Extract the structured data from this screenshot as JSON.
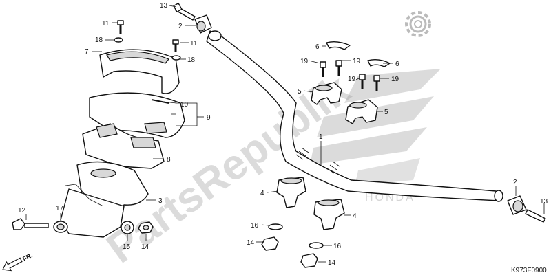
{
  "watermark": {
    "text": "PartsRepublik"
  },
  "diagram_code": "K973F0900",
  "direction_marker": {
    "text": "FR.",
    "icon": "arrow-front-icon"
  },
  "settings_icon": "gear-icon",
  "honda_mark": {
    "text": "HONDA"
  },
  "callouts": [
    {
      "id": "c13a",
      "text": "13"
    },
    {
      "id": "c2a",
      "text": "2"
    },
    {
      "id": "c11a",
      "text": "11"
    },
    {
      "id": "c18a",
      "text": "18"
    },
    {
      "id": "c7",
      "text": "7"
    },
    {
      "id": "c11b",
      "text": "11"
    },
    {
      "id": "c18b",
      "text": "18"
    },
    {
      "id": "c10",
      "text": "10"
    },
    {
      "id": "c9",
      "text": "9"
    },
    {
      "id": "c8",
      "text": "8"
    },
    {
      "id": "c3",
      "text": "3"
    },
    {
      "id": "c12",
      "text": "12"
    },
    {
      "id": "c17",
      "text": "17"
    },
    {
      "id": "c15",
      "text": "15"
    },
    {
      "id": "c14a",
      "text": "14"
    },
    {
      "id": "c6a",
      "text": "6"
    },
    {
      "id": "c19a",
      "text": "19"
    },
    {
      "id": "c19b",
      "text": "19"
    },
    {
      "id": "c6b",
      "text": "6"
    },
    {
      "id": "c19c",
      "text": "19"
    },
    {
      "id": "c19d",
      "text": "19"
    },
    {
      "id": "c5a",
      "text": "5"
    },
    {
      "id": "c5b",
      "text": "5"
    },
    {
      "id": "c1",
      "text": "1"
    },
    {
      "id": "c4a",
      "text": "4"
    },
    {
      "id": "c4b",
      "text": "4"
    },
    {
      "id": "c16a",
      "text": "16"
    },
    {
      "id": "c14b",
      "text": "14"
    },
    {
      "id": "c16b",
      "text": "16"
    },
    {
      "id": "c14c",
      "text": "14"
    },
    {
      "id": "c2b",
      "text": "2"
    },
    {
      "id": "c13b",
      "text": "13"
    }
  ]
}
